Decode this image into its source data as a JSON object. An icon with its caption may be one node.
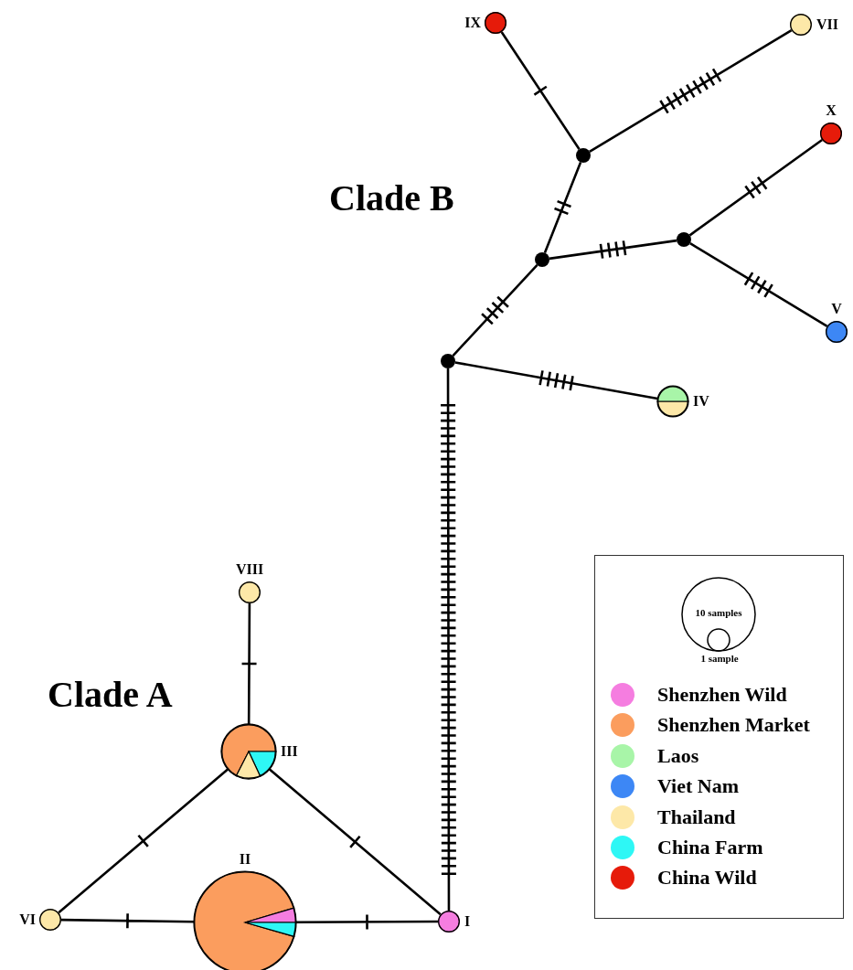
{
  "diagram": {
    "nodes": [
      {
        "text": [
          "IX"
        ]
      },
      {
        "text": [
          "VII"
        ]
      },
      {
        "text": [
          "X"
        ]
      },
      {
        "text": [],
        "shape": "circle"
      },
      {
        "text": [],
        "shape": "circle"
      },
      {
        "text": [],
        "shape": "circle"
      },
      {
        "text": [
          "V"
        ]
      },
      {
        "text": [],
        "shape": "circle"
      },
      {
        "text": [
          "IV"
        ]
      },
      {
        "text": [
          "VIII"
        ]
      },
      {
        "text": [
          "III"
        ]
      },
      {
        "text": [
          "II"
        ]
      },
      {
        "text": [
          "VI"
        ]
      },
      {
        "text": [
          "I"
        ]
      }
    ],
    "edges": [
      {
        "from": 0,
        "to": 3,
        "arrow": "none"
      },
      {
        "from": 3,
        "to": 1,
        "arrow": "none"
      },
      {
        "from": 3,
        "to": 4,
        "arrow": "none"
      },
      {
        "from": 4,
        "to": 5,
        "arrow": "none"
      },
      {
        "from": 5,
        "to": 2,
        "arrow": "none"
      },
      {
        "from": 5,
        "to": 6,
        "arrow": "none"
      },
      {
        "from": 4,
        "to": 7,
        "arrow": "none"
      },
      {
        "from": 7,
        "to": 8,
        "arrow": "none"
      },
      {
        "from": 7,
        "to": 13,
        "arrow": "none"
      },
      {
        "from": 9,
        "to": 10,
        "arrow": "none"
      },
      {
        "from": 10,
        "to": 12,
        "arrow": "none"
      },
      {
        "from": 10,
        "to": 13,
        "arrow": "none"
      },
      {
        "from": 12,
        "to": 11,
        "arrow": "none"
      },
      {
        "from": 11,
        "to": 13,
        "arrow": "none"
      }
    ],
    "labels": [
      "Clade B",
      "Clade A",
      "10 samples",
      "1 sample"
    ],
    "legend": [
      {
        "text": "Shenzhen Wild",
        "color": "#f57de0"
      },
      {
        "text": "Shenzhen Market",
        "color": "#fb9d5e"
      },
      {
        "text": "Laos",
        "color": "#a8f5a8"
      },
      {
        "text": "Viet Nam",
        "color": "#3d87f5"
      },
      {
        "text": "Thailand",
        "color": "#fde8a8"
      },
      {
        "text": "China Farm",
        "color": "#2ef7f5"
      },
      {
        "text": "China Wild",
        "color": "#e61b0a"
      }
    ]
  }
}
